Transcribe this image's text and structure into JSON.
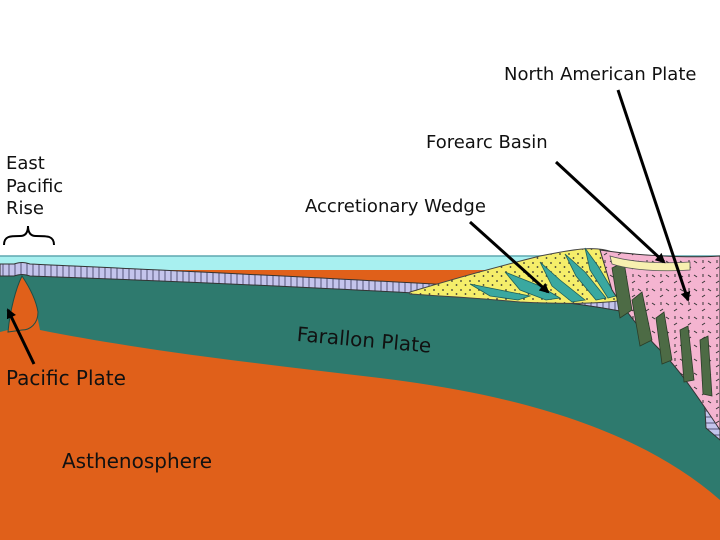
{
  "labels": {
    "north_american_plate": "North American Plate",
    "forearc_basin": "Forearc Basin",
    "east_pacific_rise": "East\nPacific\nRise",
    "accretionary_wedge": "Accretionary Wedge",
    "farallon_plate": "Farallon Plate",
    "pacific_plate": "Pacific Plate",
    "asthenosphere": "Asthenosphere"
  },
  "colors": {
    "ocean": "#a8f0f0",
    "asthenosphere": "#e0601a",
    "lithosphere": "#2e7a6e",
    "crust_stripe": "#b8b8e6",
    "accretionary_wedge": "#f5ee6a",
    "wedge_bands": "#3aa8a0",
    "continental_granite": "#f4b4d0",
    "arrows": "#000000"
  }
}
